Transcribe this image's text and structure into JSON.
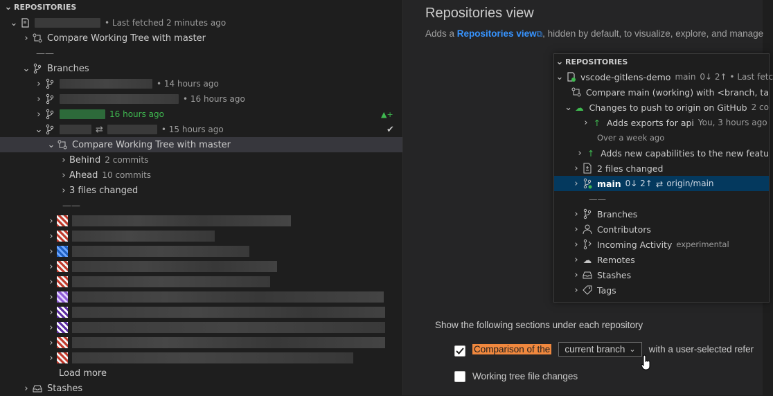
{
  "sidebar": {
    "header": "REPOSITORIES",
    "repo_fetched": "• Last fetched 2 minutes ago",
    "compare_top": "Compare Working Tree with master",
    "separator": "——",
    "branches_label": "Branches",
    "branches": [
      {
        "time": "• 14 hours ago"
      },
      {
        "time": "• 16 hours ago"
      },
      {
        "time": "16 hours ago"
      },
      {
        "time": "• 15 hours ago"
      }
    ],
    "compare_branch": "Compare Working Tree with master",
    "behind_label": "Behind",
    "behind_count": "2 commits",
    "ahead_label": "Ahead",
    "ahead_count": "10 commits",
    "files_changed": "3 files changed",
    "separator2": "——",
    "load_more": "Load more",
    "stashes": "Stashes"
  },
  "panel": {
    "title": "Repositories view",
    "subtitle_prefix": "Adds a",
    "subtitle_link": "Repositories view",
    "subtitle_suffix": ", hidden by default, to visualize, explore, and manage",
    "preview": {
      "header": "REPOSITORIES",
      "repo_name": "vscode-gitlens-demo",
      "repo_branch": "main",
      "repo_status": "0↓ 2↑ • Last fetc",
      "compare": "Compare main (working) with <branch, ta",
      "changes_push": "Changes to push to origin on GitHub",
      "changes_count": "2 co",
      "commit1": "Adds exports for api",
      "commit1_meta": "You, 3 hours ago",
      "older": "Over a week ago",
      "commit2": "Adds new capabilities to the new featu",
      "files_changed": "2 files changed",
      "main_label": "main",
      "main_status": "0↓ 2↑",
      "main_remote": "origin/main",
      "separator": "——",
      "branches": "Branches",
      "contributors": "Contributors",
      "incoming": "Incoming Activity",
      "incoming_tag": "experimental",
      "remotes": "Remotes",
      "stashes": "Stashes",
      "tags": "Tags"
    },
    "settings_heading": "Show the following sections under each repository",
    "option1_prefix": "Comparison of the",
    "option1_dropdown": "current branch",
    "option1_suffix": "with a user-selected refer",
    "option2": "Working tree file changes"
  }
}
